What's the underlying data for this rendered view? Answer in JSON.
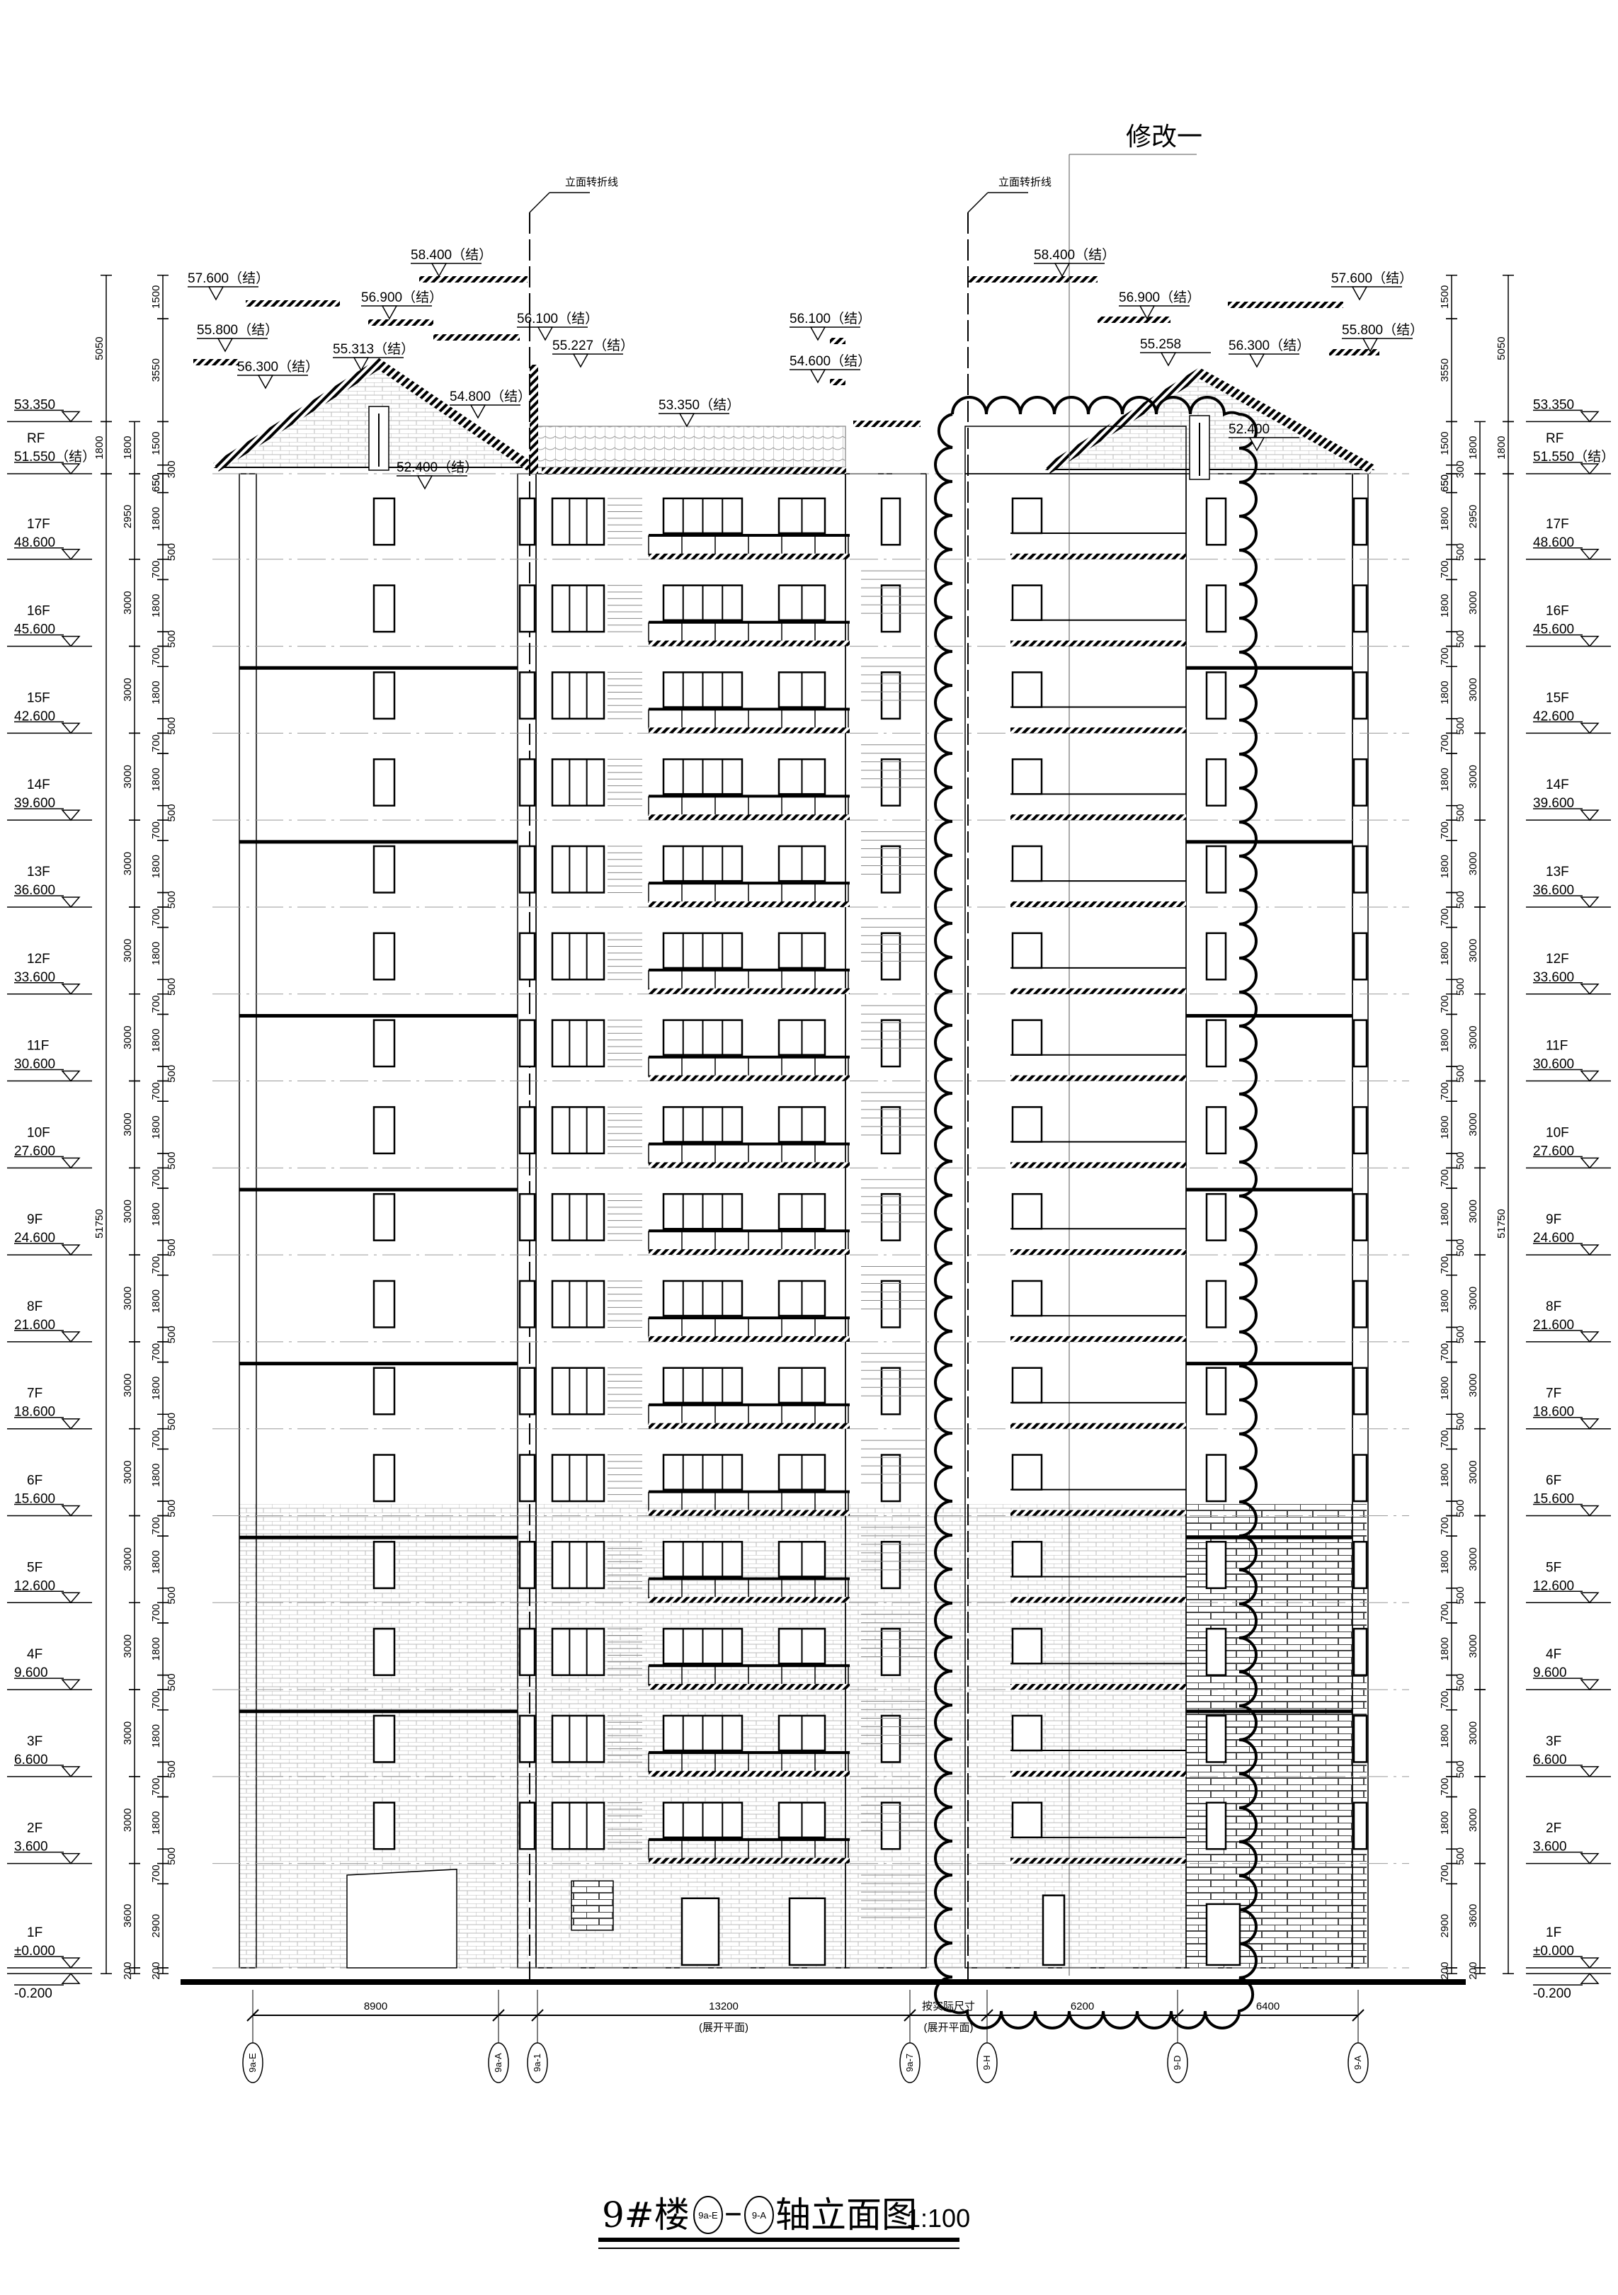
{
  "title": {
    "building": "9#楼",
    "axis_from": "9a-E",
    "dash": "–",
    "axis_to": "9-A",
    "suffix": "轴立面图",
    "scale": "1:100"
  },
  "revision_note": "修改一",
  "fold_line_label": "立面转折线",
  "roof_tags_left": [
    "57.600（结）",
    "58.400（结）",
    "56.900（结）",
    "55.800（结）",
    "56.300（结）",
    "55.313（结）",
    "56.100（结）",
    "55.227（结）",
    "54.800（结）",
    "53.350（结）",
    "56.100（结）",
    "54.600（结）",
    "52.400（结）"
  ],
  "roof_tags_right": [
    "58.400（结）",
    "56.900（结）",
    "57.600（结）",
    "56.300（结）",
    "55.800（结）",
    "55.258",
    "52.400"
  ],
  "top_level": {
    "elev": "53.350",
    "value": 53.35
  },
  "levels": [
    {
      "floor": "RF",
      "elev": "51.550（结）",
      "value": 51.55
    },
    {
      "floor": "17F",
      "elev": "48.600",
      "value": 48.6
    },
    {
      "floor": "16F",
      "elev": "45.600",
      "value": 45.6
    },
    {
      "floor": "15F",
      "elev": "42.600",
      "value": 42.6
    },
    {
      "floor": "14F",
      "elev": "39.600",
      "value": 39.6
    },
    {
      "floor": "13F",
      "elev": "36.600",
      "value": 36.6
    },
    {
      "floor": "12F",
      "elev": "33.600",
      "value": 33.6
    },
    {
      "floor": "11F",
      "elev": "30.600",
      "value": 30.6
    },
    {
      "floor": "10F",
      "elev": "27.600",
      "value": 27.6
    },
    {
      "floor": "9F",
      "elev": "24.600",
      "value": 24.6
    },
    {
      "floor": "8F",
      "elev": "21.600",
      "value": 21.6
    },
    {
      "floor": "7F",
      "elev": "18.600",
      "value": 18.6
    },
    {
      "floor": "6F",
      "elev": "15.600",
      "value": 15.6
    },
    {
      "floor": "5F",
      "elev": "12.600",
      "value": 12.6
    },
    {
      "floor": "4F",
      "elev": "9.600",
      "value": 9.6
    },
    {
      "floor": "3F",
      "elev": "6.600",
      "value": 6.6
    },
    {
      "floor": "2F",
      "elev": "3.600",
      "value": 3.6
    },
    {
      "floor": "1F",
      "elev": "±0.000",
      "value": 0
    }
  ],
  "ground_level": {
    "elev": "-0.200",
    "value": -0.2
  },
  "vdims": {
    "outer": [
      {
        "from": 53.35,
        "to": 58.4,
        "label": "5050"
      },
      {
        "from": 51.55,
        "to": 53.35,
        "label": "1800"
      },
      {
        "from": -0.2,
        "to": 51.55,
        "label": "51750"
      }
    ],
    "middle": [
      {
        "from": 51.55,
        "to": 53.35,
        "label": "1800"
      },
      {
        "from": 48.6,
        "to": 51.55,
        "label": "2950"
      },
      {
        "from": 0,
        "to": 3.6,
        "label": "3600"
      },
      {
        "from": -0.2,
        "to": 0,
        "label": "200"
      }
    ],
    "middle_typical_label": "3000",
    "inner_top": [
      {
        "from": 56.9,
        "to": 58.4,
        "label": "1500"
      },
      {
        "from": 53.35,
        "to": 56.9,
        "label": "3550"
      },
      {
        "from": 51.85,
        "to": 53.35,
        "label": "1500"
      },
      {
        "from": 51.55,
        "to": 51.85,
        "label": "300"
      },
      {
        "from": 50.9,
        "to": 51.55,
        "label": "650"
      }
    ],
    "inner_typical": [
      "500",
      "1800",
      "700"
    ],
    "inner_1f": [
      {
        "from": 0,
        "to": 2.9,
        "label": "2900"
      },
      {
        "from": 2.9,
        "to": 3.6,
        "label": "700"
      },
      {
        "from": -0.2,
        "to": 0,
        "label": "200"
      }
    ]
  },
  "axes": [
    "9a-E",
    "9a-A",
    "9a-1",
    "9a-7",
    "9-H",
    "9-D",
    "9-A"
  ],
  "axis_spans": [
    {
      "label": "8900",
      "note": ""
    },
    {
      "label": "13200",
      "note": "(展开平面)"
    },
    {
      "label": "按实际尺寸",
      "note": "(展开平面)"
    },
    {
      "label": "6200",
      "note": ""
    },
    {
      "label": "6400",
      "note": ""
    }
  ]
}
